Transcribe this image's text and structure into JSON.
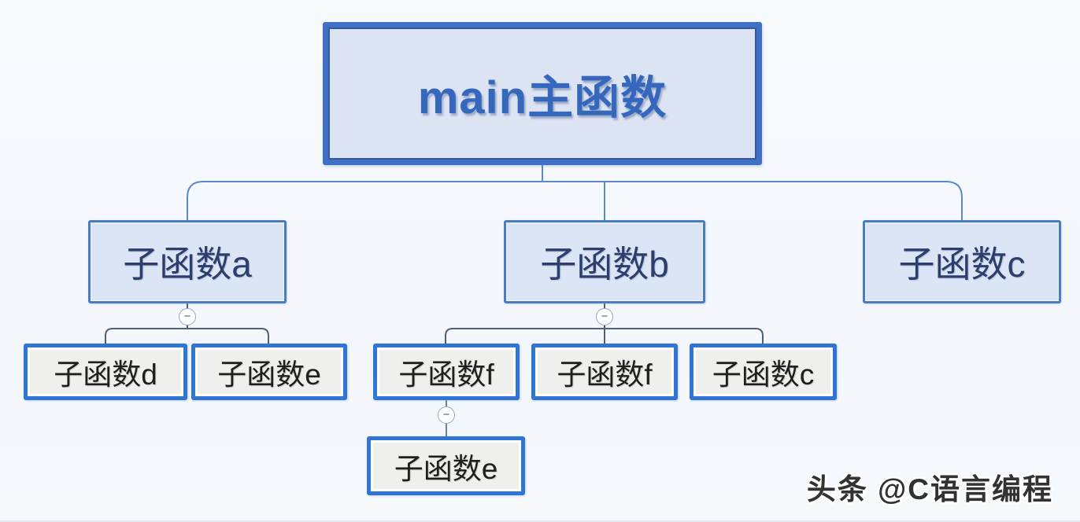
{
  "diagram": {
    "root": {
      "label": "main主函数"
    },
    "level2": [
      {
        "label": "子函数a"
      },
      {
        "label": "子函数b"
      },
      {
        "label": "子函数c"
      }
    ],
    "level3": [
      {
        "label": "子函数d"
      },
      {
        "label": "子函数e"
      },
      {
        "label": "子函数f"
      },
      {
        "label": "子函数f"
      },
      {
        "label": "子函数c"
      }
    ],
    "level4": [
      {
        "label": "子函数e"
      }
    ],
    "toggle_glyph": "−"
  },
  "watermark": {
    "text": "头条 @C语言编程"
  },
  "colors": {
    "root_border": "#4070c4",
    "root_bg": "#dce4f3",
    "root_text": "#3567bd",
    "branch_border": "#4a7dbd",
    "branch_bg": "#dbe5f5",
    "branch_text": "#2d3e6d",
    "leaf_border": "#2e75d5",
    "leaf_bg": "#efefec",
    "leaf_text": "#1f1f1f",
    "connector_top": "#5e88c2",
    "connector_sub": "#4f5f78"
  }
}
